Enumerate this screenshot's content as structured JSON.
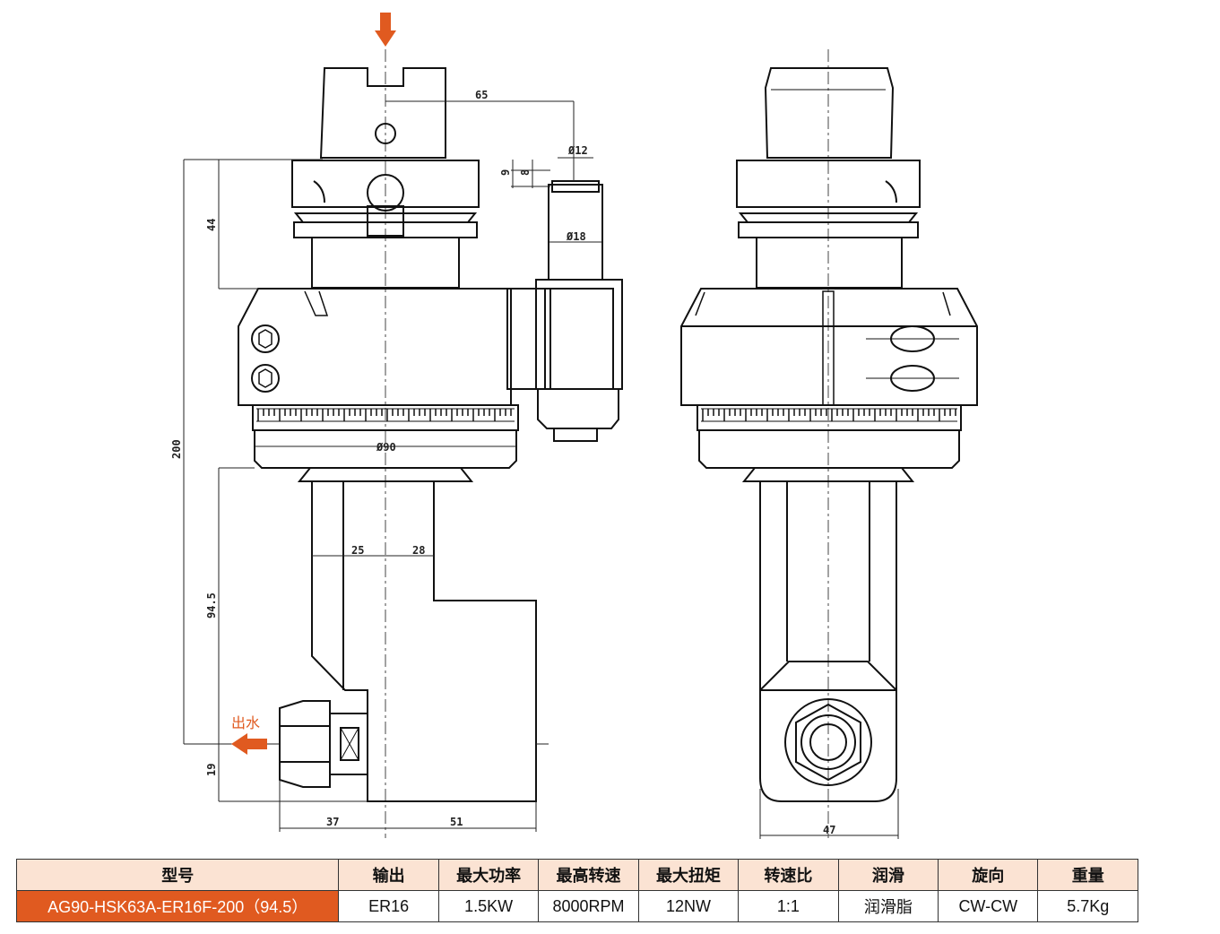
{
  "drawing": {
    "dims": {
      "d65": "65",
      "d_phi12": "Ø12",
      "d9": "9",
      "d8": "8",
      "d_phi18": "Ø18",
      "d44": "44",
      "d200": "200",
      "d_phi90": "Ø90",
      "d25": "25",
      "d28": "28",
      "d94_5": "94.5",
      "d19": "19",
      "d37": "37",
      "d51": "51",
      "d47": "47"
    },
    "water_label": "出水",
    "accent_color": "#e05a20"
  },
  "table": {
    "headers": [
      "型号",
      "输出",
      "最大功率",
      "最高转速",
      "最大扭矩",
      "转速比",
      "润滑",
      "旋向",
      "重量"
    ],
    "row": [
      "AG90-HSK63A-ER16F-200（94.5）",
      "ER16",
      "1.5KW",
      "8000RPM",
      "12NW",
      "1:1",
      "润滑脂",
      "CW-CW",
      "5.7Kg"
    ]
  }
}
